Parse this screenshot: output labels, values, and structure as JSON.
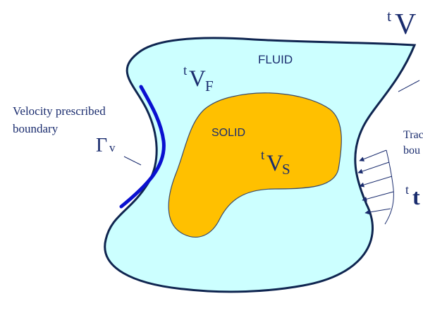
{
  "diagram": {
    "labels": {
      "fluid": "FLUID",
      "solid": "SOLID",
      "velocity_prescribed_line1": "Velocity prescribed",
      "velocity_prescribed_line2": "boundary",
      "traction_line1": "Trac",
      "traction_line2": "bou",
      "gamma_v_symbol": "Γ",
      "gamma_v_subscript": "v",
      "total_volume_sup": "t",
      "total_volume": "V",
      "fluid_volume_sup": "t",
      "fluid_volume": "V",
      "fluid_volume_sub": "F",
      "solid_volume_sup": "t",
      "solid_volume": "V",
      "solid_volume_sub": "S",
      "traction_sup": "t",
      "traction": "t"
    },
    "colors": {
      "fluid_fill": "#ccffff",
      "fluid_stroke": "#0f2550",
      "solid_fill": "#ffc000",
      "solid_stroke": "#3a4a6a",
      "velocity_boundary": "#0a10d0",
      "text_dark_blue": "#1a2c6e",
      "arrow": "#1a2c6e"
    }
  }
}
